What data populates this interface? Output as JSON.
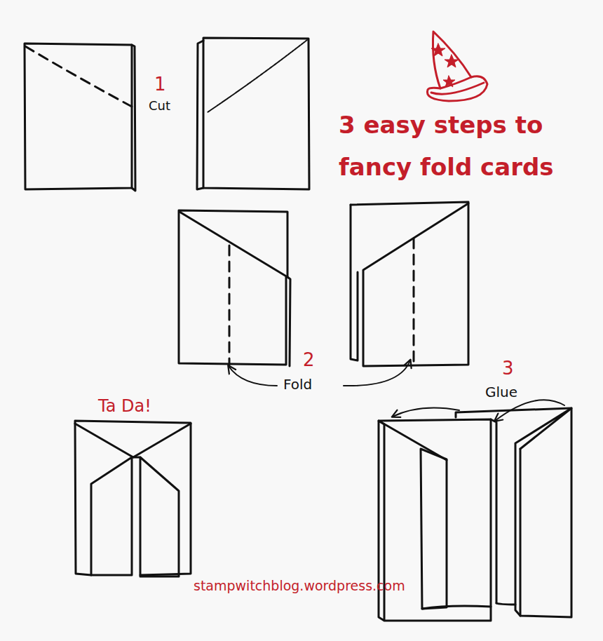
{
  "diagram": {
    "title": "3 easy steps to fancy fold cards",
    "labels": [
      "1",
      "Cut",
      "2",
      "Fold",
      "3",
      "Glue",
      "Ta Da!",
      "stampwitchblog.wordpress.com"
    ]
  }
}
